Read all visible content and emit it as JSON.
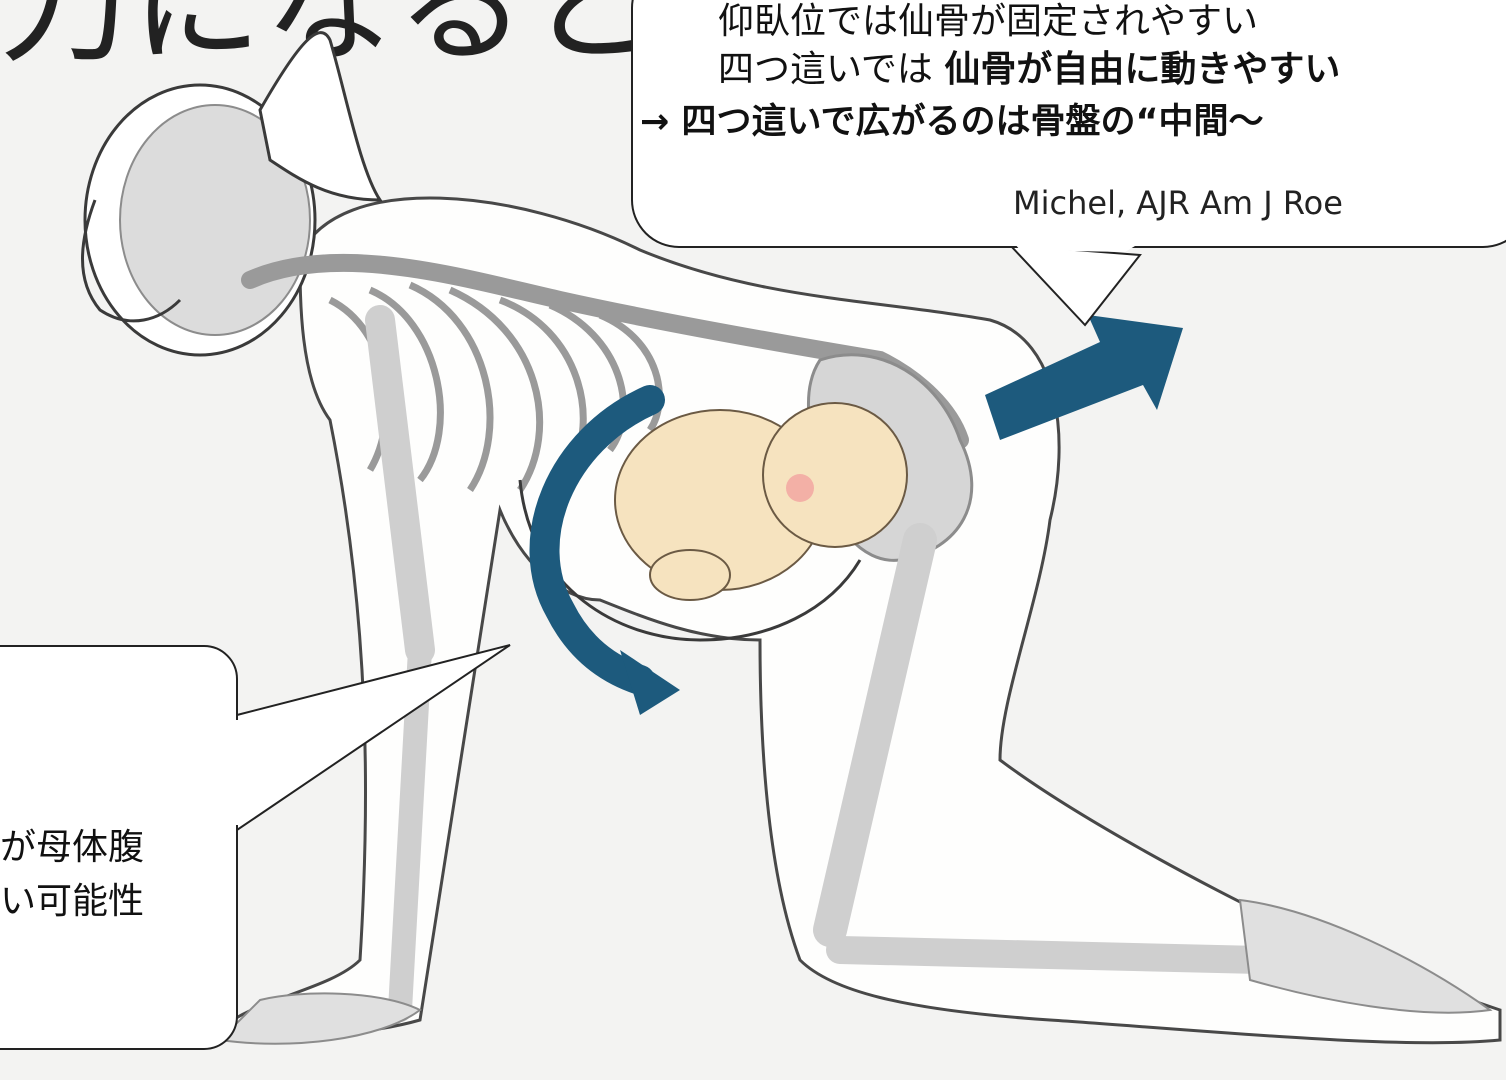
{
  "heading": {
    "text": "刀になると"
  },
  "callout_top": {
    "line1": "仰臥位では仙骨が固定されやすい",
    "line2_prefix": "四つ這いでは ",
    "line2_bold": "仙骨が自由に動きやすい",
    "line3": "→ 四つ這いで広がるのは骨盤の“中間～",
    "citation": "Michel, AJR Am J Roe"
  },
  "callout_bottom": {
    "line1": "が母体腹",
    "line2": "い可能性"
  },
  "colors": {
    "arrow": "#1d5a7d",
    "bone_fill": "#d6d6d6",
    "bone_stroke": "#8c8c8c",
    "body_outline": "#3a3a3a",
    "fetus_skin": "#f6e3bf",
    "cheek": "#f2a3a0",
    "background": "#f3f3f2"
  },
  "icons": [
    "arrow-up-right",
    "curved-arrow-rotation"
  ]
}
